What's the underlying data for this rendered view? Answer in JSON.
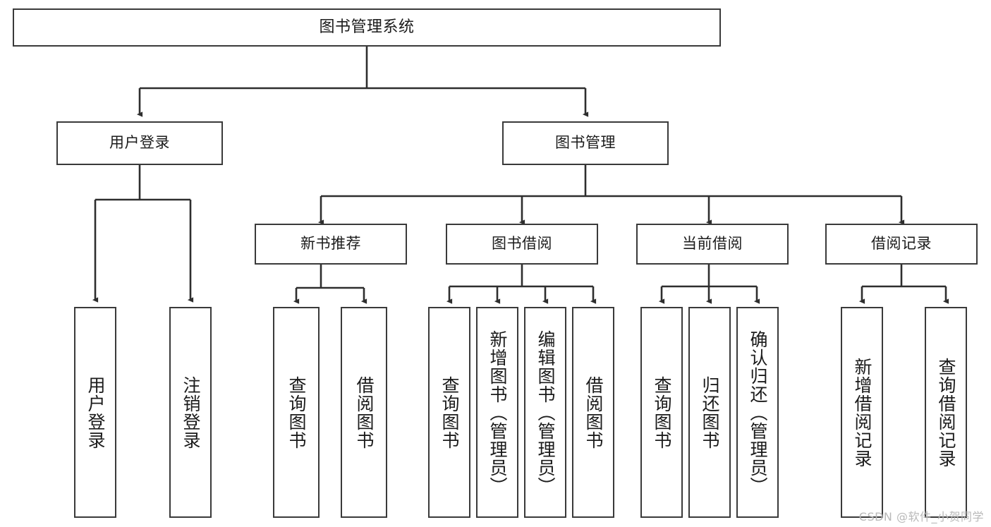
{
  "diagram": {
    "title": "图书管理系统",
    "type": "hierarchy-tree",
    "watermark": "CSDN @软件_小贺同学",
    "colors": {
      "stroke": "#3a3a3a",
      "box_fill": "#ffffff",
      "text": "#1b1b1b",
      "watermark": "#b9b9b9",
      "background": "#ffffff"
    },
    "nodes": {
      "root": {
        "label": "图书管理系统"
      },
      "level2": [
        {
          "id": "user-login",
          "label": "用户登录"
        },
        {
          "id": "book-manage",
          "label": "图书管理"
        }
      ],
      "level3": [
        {
          "id": "new-book-recommend",
          "label": "新书推荐"
        },
        {
          "id": "book-borrow",
          "label": "图书借阅"
        },
        {
          "id": "current-borrow",
          "label": "当前借阅"
        },
        {
          "id": "borrow-record",
          "label": "借阅记录"
        }
      ],
      "leaves": {
        "user_login": [
          {
            "id": "leaf-user-login",
            "label": "用户登录"
          },
          {
            "id": "leaf-logout-login",
            "label": "注销登录"
          }
        ],
        "new_book_recommend": [
          {
            "id": "leaf-query-book-1",
            "label": "查询图书"
          },
          {
            "id": "leaf-borrow-book-1",
            "label": "借阅图书"
          }
        ],
        "book_borrow": [
          {
            "id": "leaf-query-book-2",
            "label": "查询图书"
          },
          {
            "id": "leaf-add-book",
            "label": "新增图书（管理员）"
          },
          {
            "id": "leaf-edit-book",
            "label": "编辑图书（管理员）"
          },
          {
            "id": "leaf-borrow-book-2",
            "label": "借阅图书"
          }
        ],
        "current_borrow": [
          {
            "id": "leaf-query-book-3",
            "label": "查询图书"
          },
          {
            "id": "leaf-return-book",
            "label": "归还图书"
          },
          {
            "id": "leaf-confirm-return",
            "label": "确认归还（管理员）"
          }
        ],
        "borrow_record": [
          {
            "id": "leaf-add-borrow-record",
            "label": "新增借阅记录"
          },
          {
            "id": "leaf-query-borrow-record",
            "label": "查询借阅记录"
          }
        ]
      }
    }
  }
}
